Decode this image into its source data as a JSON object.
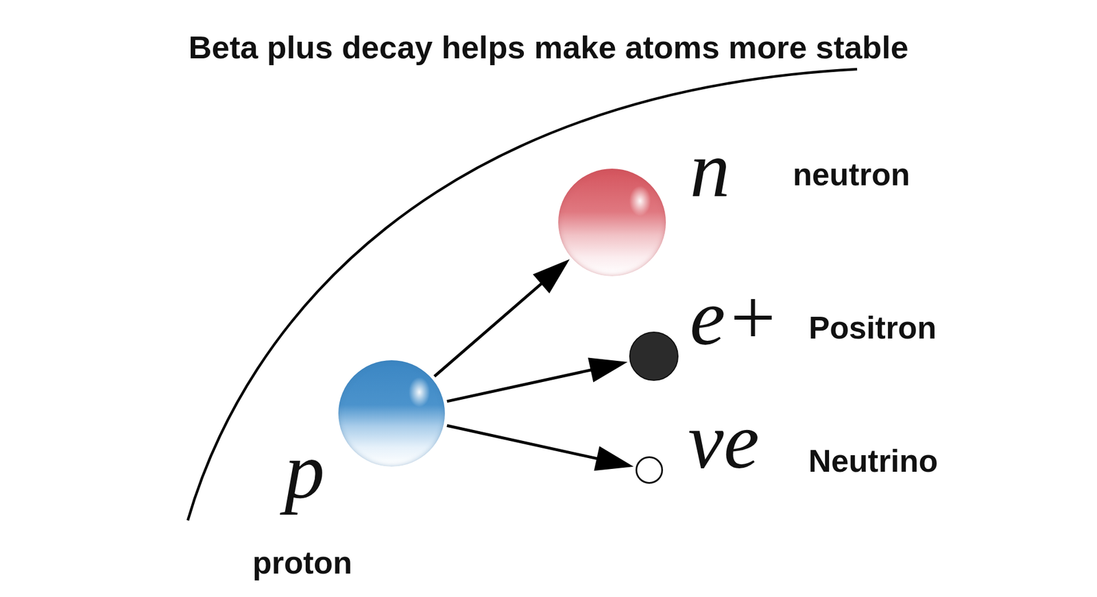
{
  "diagram": {
    "title": "Beta plus decay helps make atoms more stable",
    "nodes": [
      {
        "text": [
          "p",
          "proton"
        ]
      },
      {
        "text": [
          "n",
          "neutron"
        ]
      },
      {
        "text": [
          "e+",
          "Positron"
        ]
      },
      {
        "text": [
          "νe",
          "Neutrino"
        ]
      }
    ],
    "edges": [
      {
        "from": 0,
        "to": 1,
        "arrow": "to"
      },
      {
        "from": 0,
        "to": 2,
        "arrow": "to"
      },
      {
        "from": 0,
        "to": 3,
        "arrow": "to"
      }
    ]
  }
}
